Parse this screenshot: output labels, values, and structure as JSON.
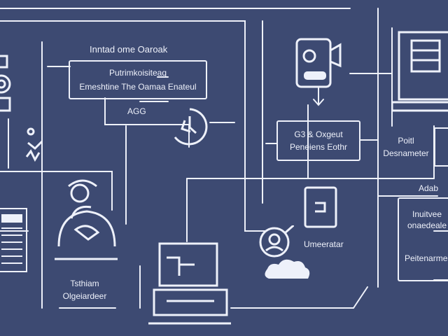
{
  "diagram": {
    "colors": {
      "background": "#3d4a72",
      "line": "#eef1fa"
    },
    "labels": {
      "top_heading": "Inntad ome Oaroak",
      "process_box_line1": "Putrimkoisiteaq",
      "process_box_line2": "Emeshtine The Oamaa Enateul",
      "aqg": "AGG",
      "center_box_line1": "G3 & Oxgeut",
      "center_box_line2": "Peneiens Eothr",
      "right_label_1_line1": "Poitl",
      "right_label_1_line2": "Desnameter",
      "right_label_2": "Adab",
      "right_label_3_line1": "Inuitvee",
      "right_label_3_line2": "onaedeale",
      "right_label_4": "Peitenarmes",
      "user_label": "Umeeratar",
      "bottom_left_line1": "Tsthiam",
      "bottom_left_line2": "Olgeiardeer"
    },
    "icons": [
      "camera-device-icon",
      "clock-icon",
      "security-camera-icon",
      "monitor-icon",
      "user-headset-icon",
      "server-rack-icon",
      "laptop-icon",
      "tablet-icon",
      "user-avatar-icon",
      "cloud-icon",
      "chat-bubble-icon",
      "network-node-icon"
    ]
  }
}
